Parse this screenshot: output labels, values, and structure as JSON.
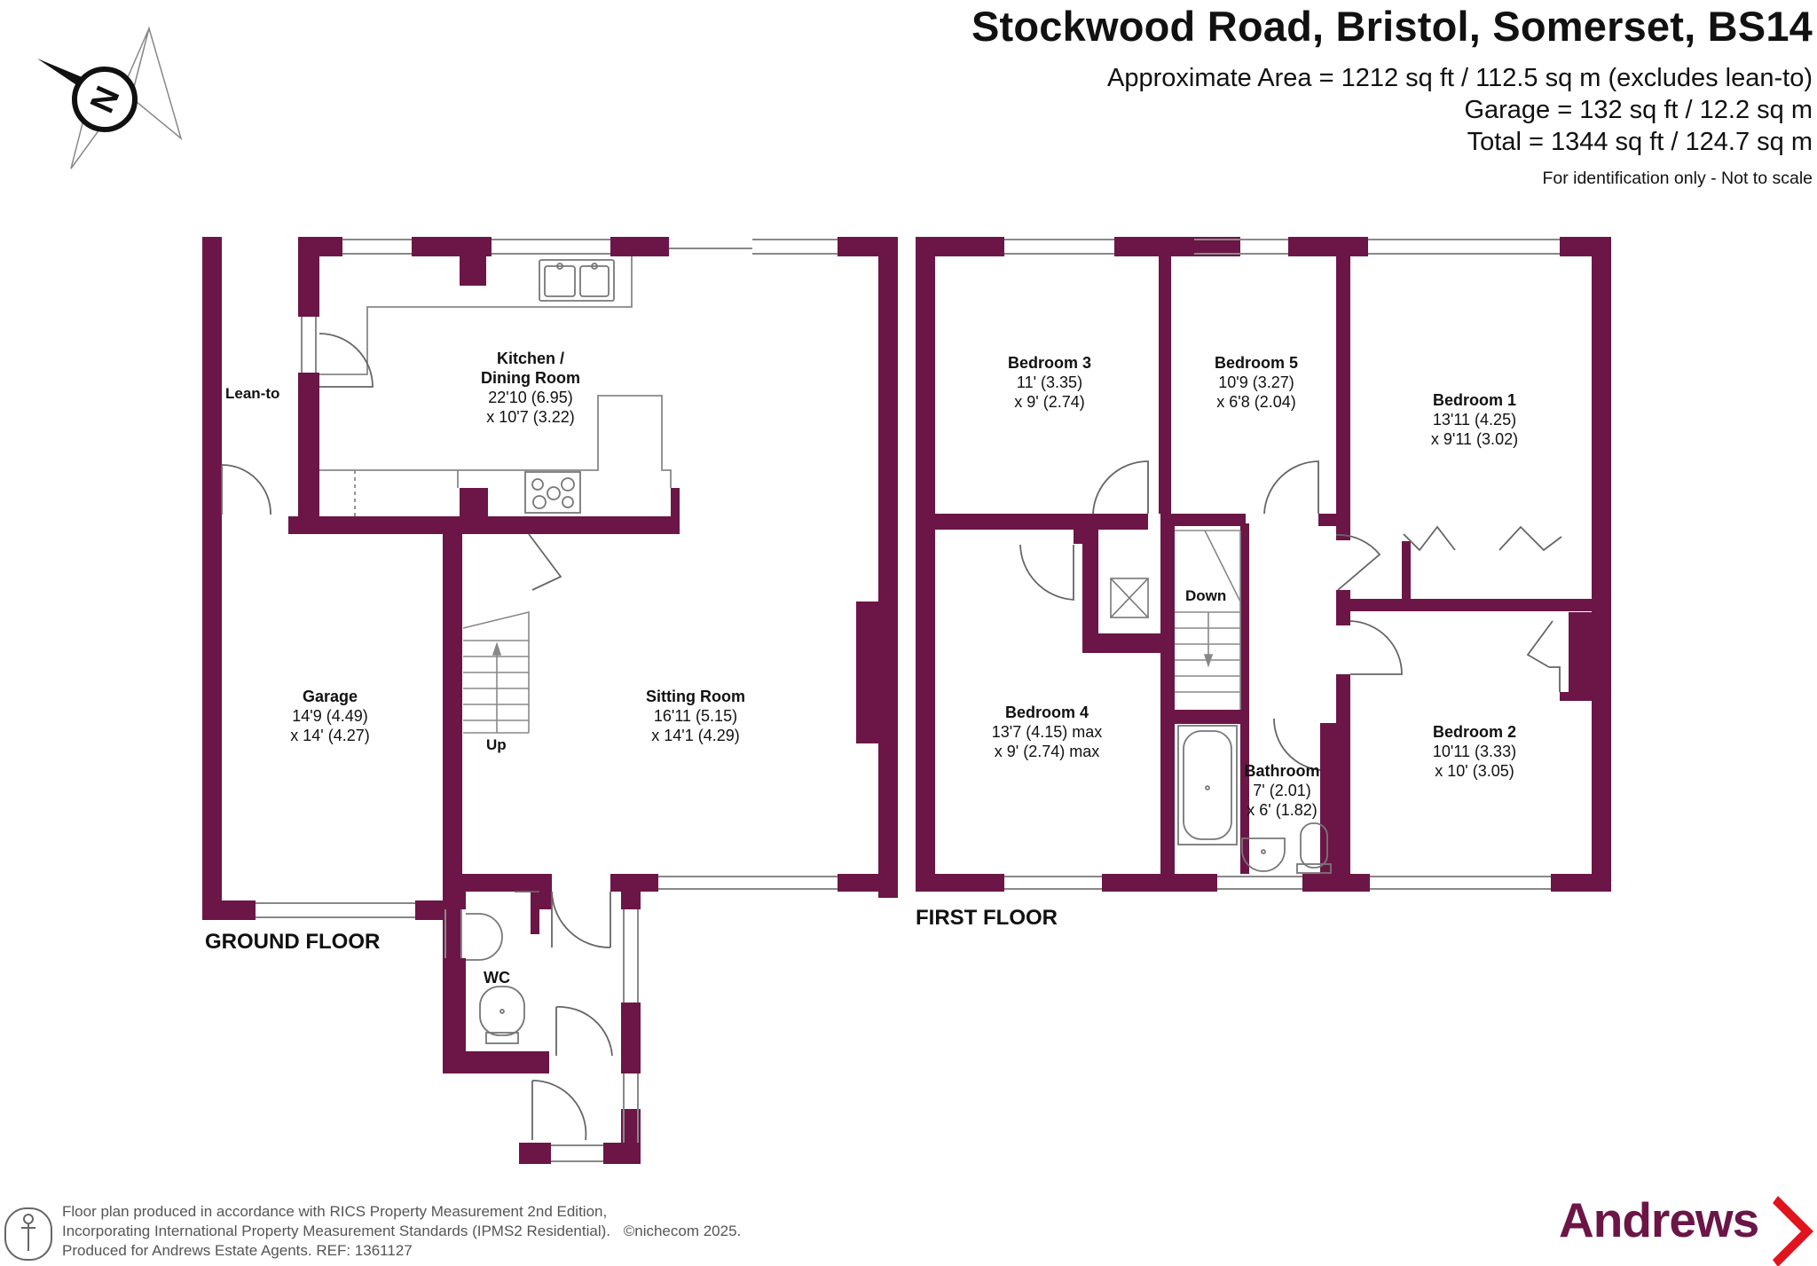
{
  "header": {
    "title": "Stockwood Road, Bristol, Somerset, BS14",
    "area_lines": [
      "Approximate Area = 1212 sq ft / 112.5 sq m (excludes lean-to)",
      "Garage = 132 sq ft / 12.2 sq m",
      "Total = 1344 sq ft / 124.7 sq m"
    ],
    "note": "For identification only - Not to scale"
  },
  "compass": {
    "label": "N",
    "icon": "compass-rose-icon"
  },
  "floors": {
    "ground": {
      "label": "GROUND FLOOR",
      "rooms": [
        {
          "name": "Kitchen /",
          "name2": "Dining Room",
          "dim1": "22'10 (6.95)",
          "dim2": "x 10'7 (3.22)"
        },
        {
          "name": "Garage",
          "dim1": "14'9 (4.49)",
          "dim2": "x 14' (4.27)"
        },
        {
          "name": "Sitting Room",
          "dim1": "16'11 (5.15)",
          "dim2": "x 14'1 (4.29)"
        },
        {
          "name": "WC"
        },
        {
          "name": "Lean-to"
        }
      ],
      "stairs_label": "Up"
    },
    "first": {
      "label": "FIRST FLOOR",
      "rooms": [
        {
          "name": "Bedroom 3",
          "dim1": "11' (3.35)",
          "dim2": "x 9' (2.74)"
        },
        {
          "name": "Bedroom 5",
          "dim1": "10'9 (3.27)",
          "dim2": "x 6'8 (2.04)"
        },
        {
          "name": "Bedroom 1",
          "dim1": "13'11 (4.25)",
          "dim2": "x 9'11 (3.02)"
        },
        {
          "name": "Bedroom 4",
          "dim1": "13'7 (4.15) max",
          "dim2": "x 9' (2.74) max"
        },
        {
          "name": "Bathroom",
          "dim1": "7' (2.01)",
          "dim2": "x 6' (1.82)"
        },
        {
          "name": "Bedroom 2",
          "dim1": "10'11 (3.33)",
          "dim2": "x 10' (3.05)"
        }
      ],
      "stairs_label": "Down"
    }
  },
  "footer": {
    "lines": [
      "Floor plan produced in accordance with RICS Property Measurement 2nd Edition,",
      "Incorporating International Property Measurement Standards (IPMS2 Residential).",
      "Produced for Andrews Estate Agents.    REF: 1361127"
    ],
    "copyright": "©nichecom 2025.",
    "icon": "person-icon"
  },
  "brand": {
    "name": "Andrews",
    "color": "#6b1646",
    "icon": "chevron-right-icon"
  },
  "colors": {
    "wall": "#6b1646",
    "fixture": "#666666"
  }
}
